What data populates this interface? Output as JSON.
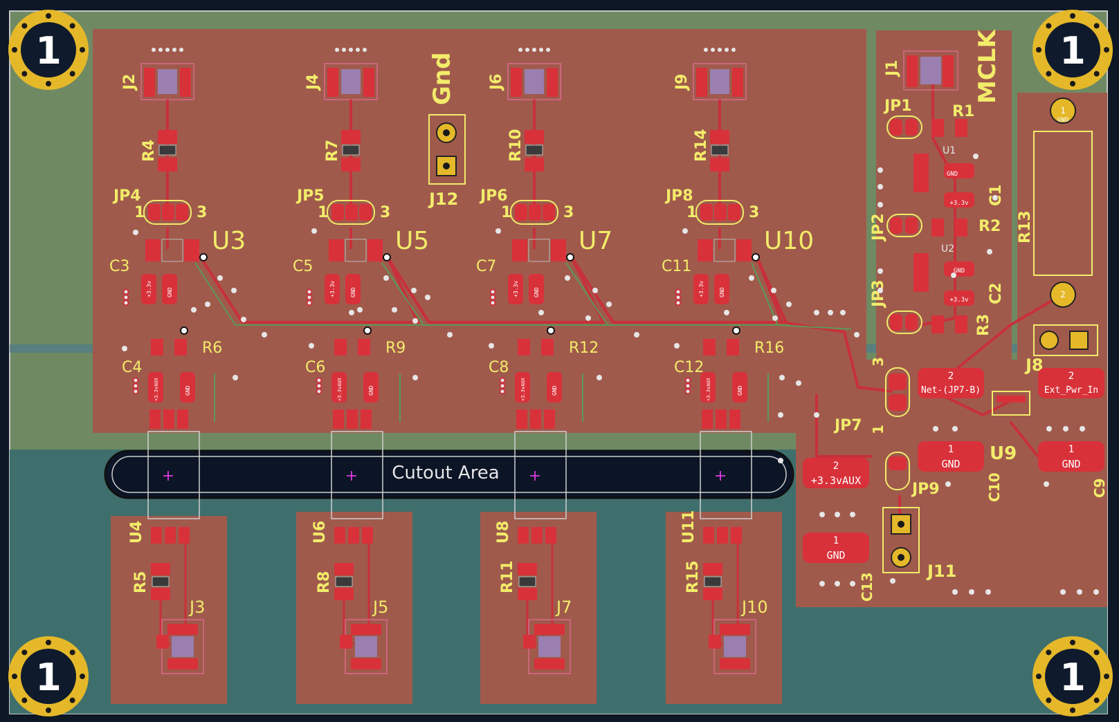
{
  "board": {
    "colors": {
      "background": "#0d1726",
      "board_fill": "#6f8a62",
      "bottom_fill": "#3f6f6c",
      "copper_zone": "#a05a4c",
      "pad": "#d8313a",
      "trace": "#c8303a",
      "silkscreen": "#f2ec6a",
      "mount_hole_ring": "#e5b82a",
      "cutout": "#0b1526"
    }
  },
  "mount_holes": [
    {
      "label": "1"
    },
    {
      "label": "1"
    },
    {
      "label": "1"
    },
    {
      "label": "1"
    }
  ],
  "cutout": {
    "label": "Cutout Area"
  },
  "channels": [
    {
      "jack": "J2",
      "res_top": "R4",
      "jumper": "JP4",
      "ic": "U3",
      "cap": "C3",
      "res_mid": "R6",
      "cap2": "C4",
      "sub_ic": "U4",
      "res_bot": "R5",
      "jack_bot": "J3"
    },
    {
      "jack": "J4",
      "res_top": "R7",
      "jumper": "JP5",
      "ic": "U5",
      "cap": "C5",
      "res_mid": "R9",
      "cap2": "C6",
      "sub_ic": "U6",
      "res_bot": "R8",
      "jack_bot": "J5"
    },
    {
      "jack": "J6",
      "res_top": "R10",
      "jumper": "JP6",
      "ic": "U7",
      "cap": "C7",
      "res_mid": "R12",
      "cap2": "C8",
      "sub_ic": "U8",
      "res_bot": "R11",
      "jack_bot": "J7"
    },
    {
      "jack": "J9",
      "res_top": "R14",
      "jumper": "JP8",
      "ic": "U10",
      "cap": "C11",
      "res_mid": "R16",
      "cap2": "C12",
      "sub_ic": "U11",
      "res_bot": "R15",
      "jack_bot": "J10"
    }
  ],
  "pin_labels": {
    "one": "1",
    "two": "2",
    "three": "3",
    "gnd": "GND",
    "v33": "+3.3v",
    "v33aux": "+3.3vAUX"
  },
  "gnd_header": {
    "label": "Gnd",
    "ref": "J12"
  },
  "mclk": {
    "label": "MCLK",
    "jack": "J1",
    "jp1": "JP1",
    "r1": "R1",
    "u1": "U1",
    "c1": "C1",
    "jp2": "JP2",
    "r2": "R2",
    "u2": "U2",
    "c2": "C2",
    "jp3": "JP3",
    "r3": "R3",
    "r13": "R13"
  },
  "power": {
    "j8": "J8",
    "jp7": "JP7",
    "u9": "U9",
    "c10": "C10",
    "c9": "C9",
    "jp9": "JP9",
    "j11": "J11",
    "c13": "C13",
    "pad_net_jp7b": "Net-(JP7-B)",
    "pad_ext_pwr": "Ext_Pwr_In",
    "pad_3v3aux": "+3.3vAUX",
    "pad_gnd": "GND"
  }
}
